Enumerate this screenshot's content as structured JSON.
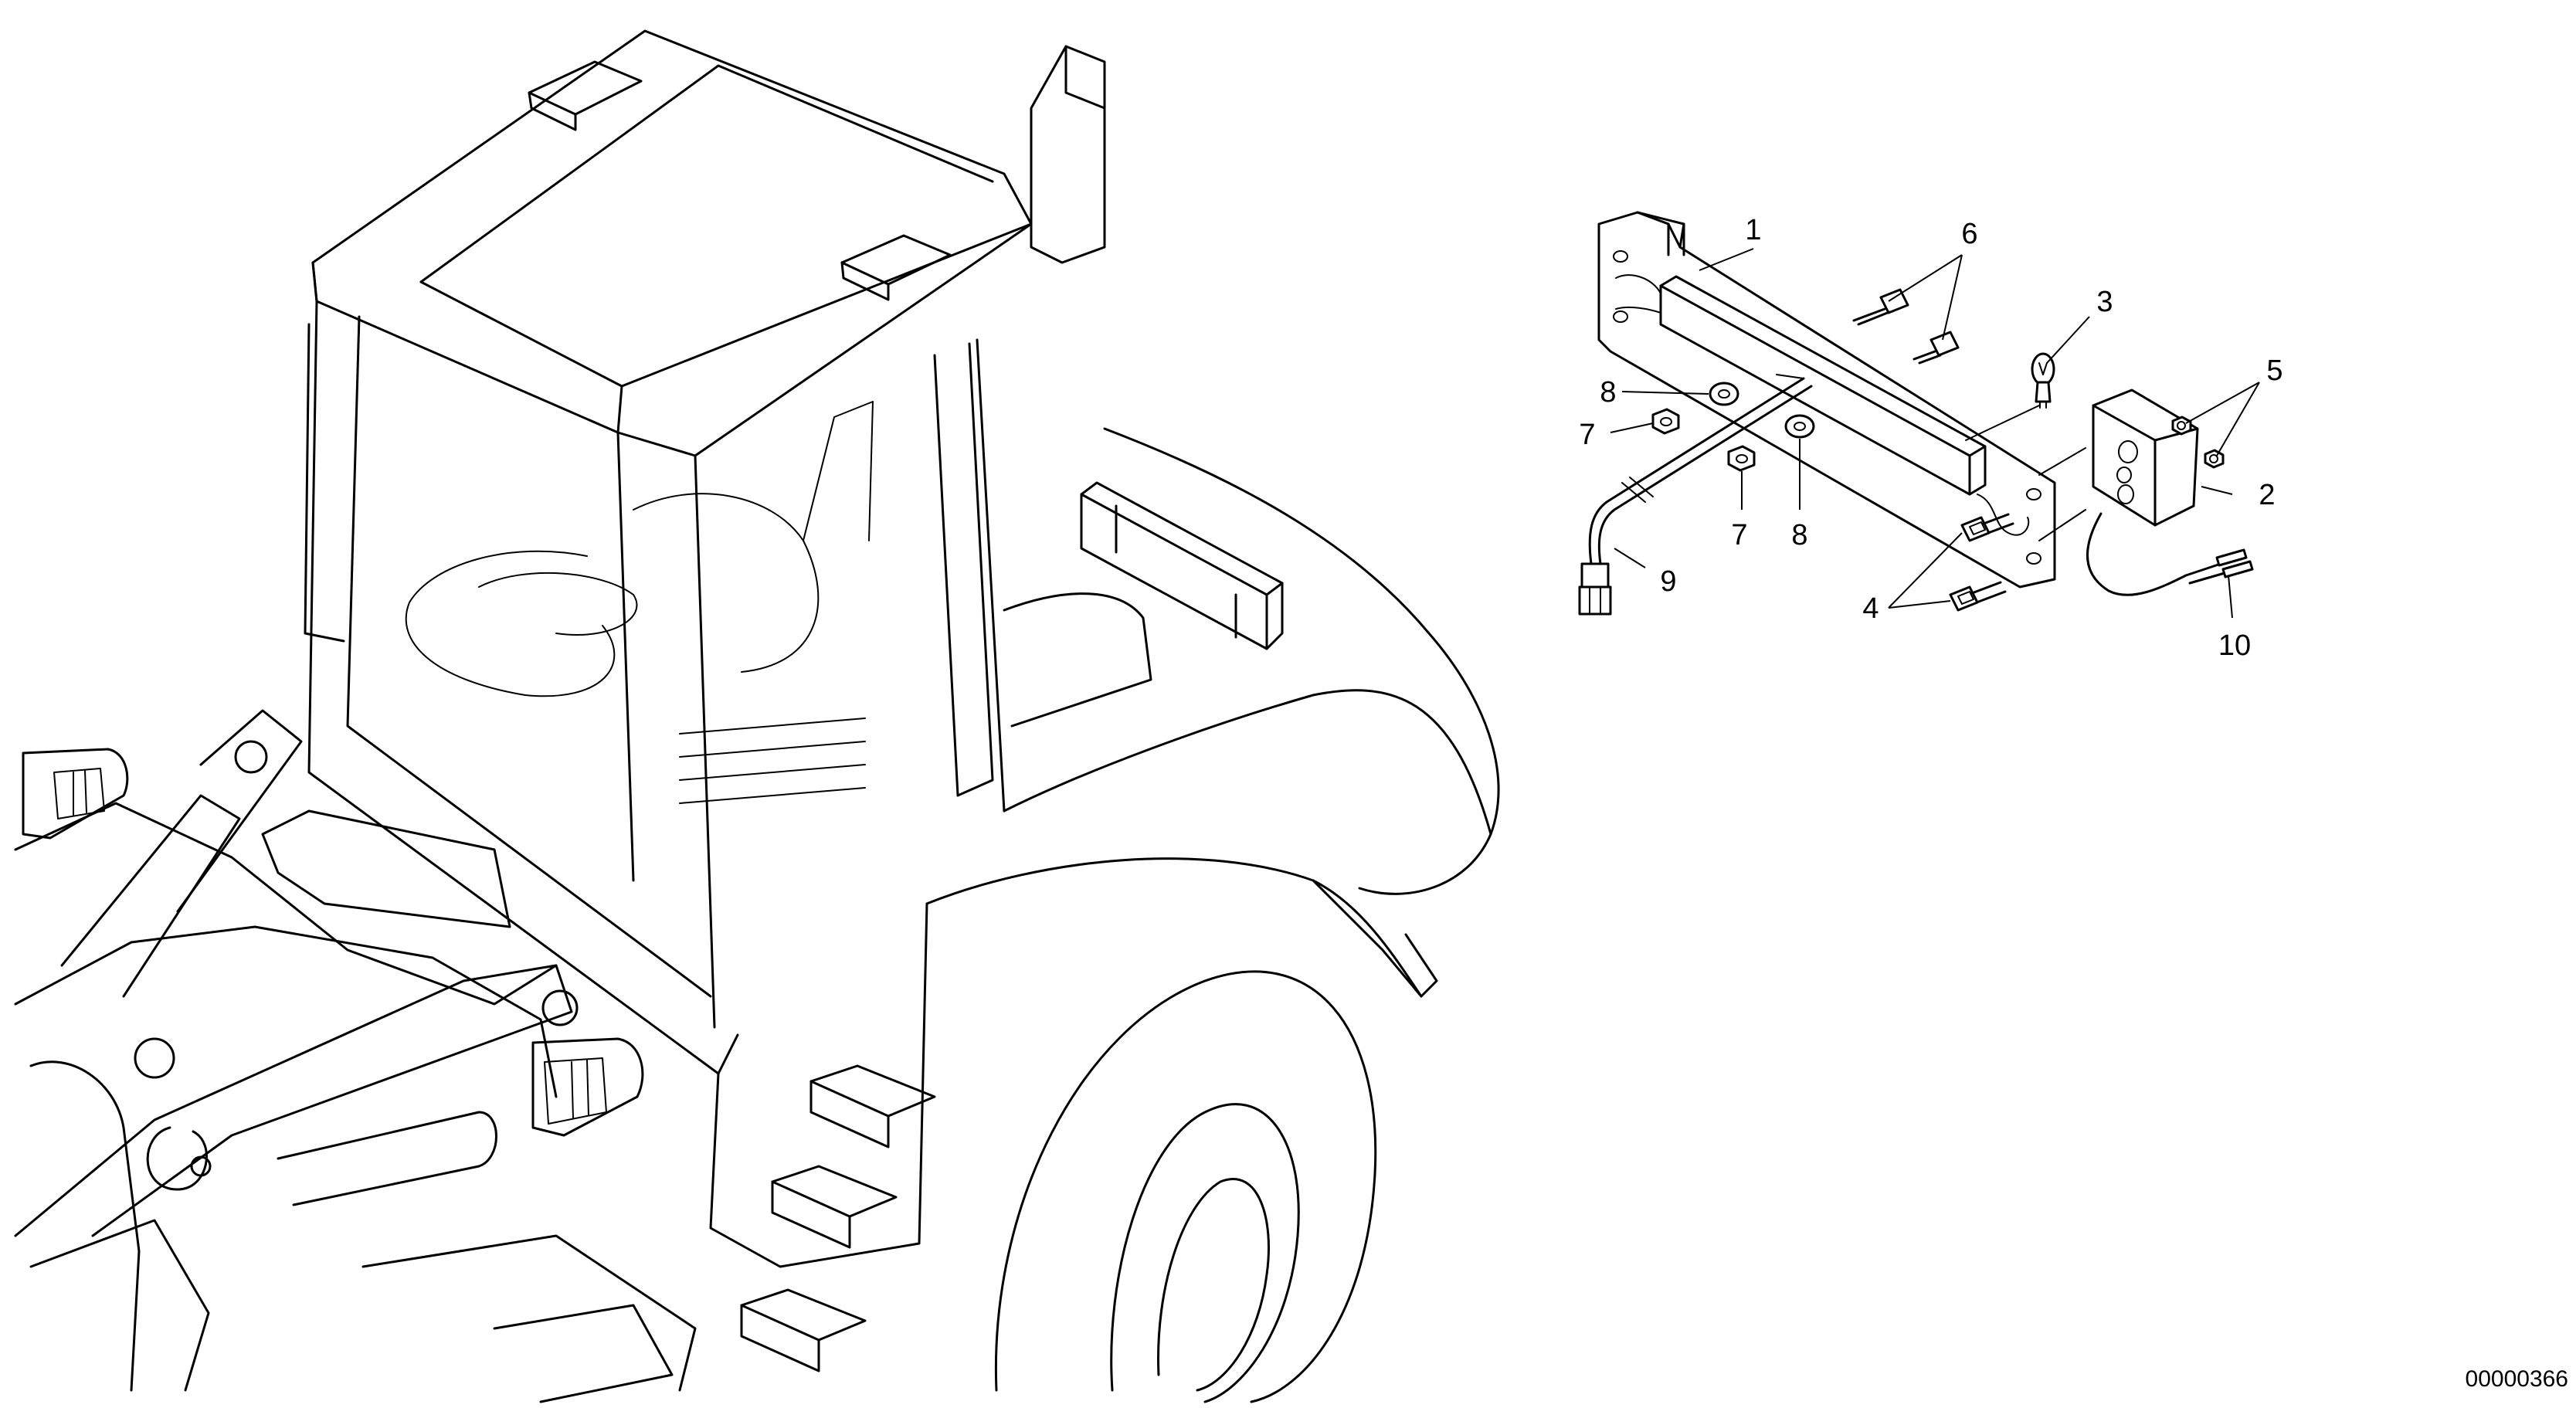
{
  "drawing_number": "00000366",
  "callouts": [
    {
      "id": "1",
      "label": "1"
    },
    {
      "id": "2",
      "label": "2"
    },
    {
      "id": "3",
      "label": "3"
    },
    {
      "id": "4",
      "label": "4"
    },
    {
      "id": "5",
      "label": "5"
    },
    {
      "id": "6",
      "label": "6"
    },
    {
      "id": "7a",
      "label": "7"
    },
    {
      "id": "7b",
      "label": "7"
    },
    {
      "id": "8a",
      "label": "8"
    },
    {
      "id": "8b",
      "label": "8"
    },
    {
      "id": "9",
      "label": "9"
    },
    {
      "id": "10",
      "label": "10"
    }
  ]
}
